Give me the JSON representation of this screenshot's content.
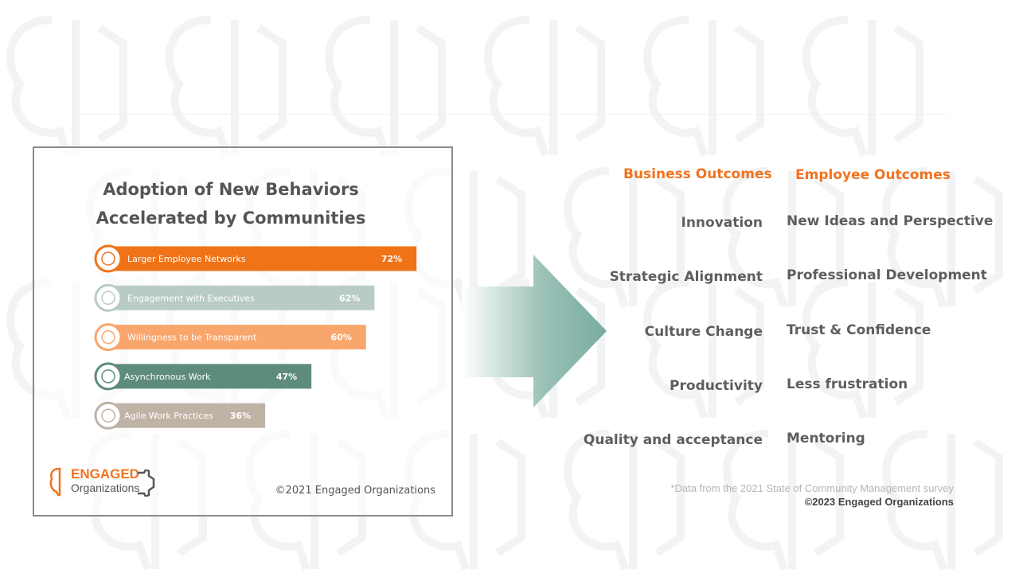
{
  "chart_data": {
    "type": "bar",
    "orientation": "horizontal",
    "title": "Adoption of New Behaviors Accelerated by Communities",
    "title_lines": [
      "Adoption of New Behaviors",
      "Accelerated  by Communities"
    ],
    "categories": [
      "Larger Employee Networks",
      "Engagement with Executives",
      "Willingness to be Transparent",
      "Asynchronous Work",
      "Agile Work Practices"
    ],
    "values": [
      72,
      62,
      60,
      47,
      36
    ],
    "value_labels": [
      "72%",
      "62%",
      "60%",
      "47%",
      "36%"
    ],
    "colors": [
      "#f07318",
      "#b9ccc4",
      "#f9a66c",
      "#5e8c7c",
      "#bfb3a6"
    ],
    "unit": "%",
    "xlim": [
      0,
      100
    ],
    "grid": false
  },
  "card": {
    "logo_top": "ENGAGED",
    "logo_bottom": "Organizations",
    "copyright": "©2021 Engaged Organizations"
  },
  "outcomes": {
    "business_header": "Business Outcomes",
    "employee_header": "Employee Outcomes",
    "business": [
      "Innovation",
      "Strategic Alignment",
      "Culture Change",
      "Productivity",
      "Quality and acceptance"
    ],
    "employee": [
      "New Ideas and Perspective",
      "Professional  Development",
      "Trust  &  Confidence",
      "Less frustration",
      "Mentoring"
    ]
  },
  "footer": {
    "note": "*Data from the 2021 State of Community  Management survey",
    "copyright": "©2023 Engaged Organizations"
  },
  "colors": {
    "accent": "#f07320",
    "text": "#5e5e5e",
    "arrow": "#7fb0a4"
  }
}
